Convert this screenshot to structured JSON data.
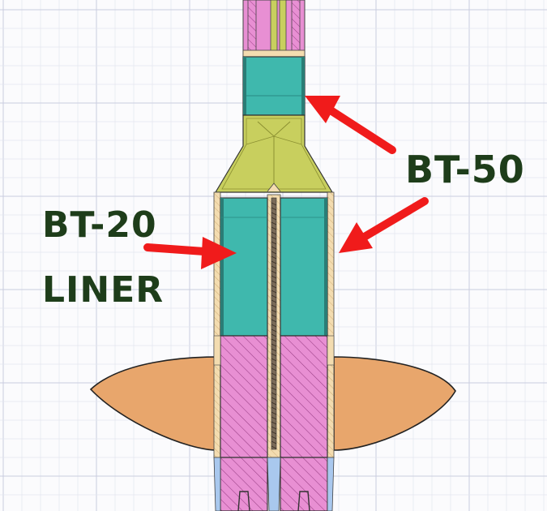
{
  "labels": {
    "bt50": "BT-50",
    "bt20_line1": "BT-20",
    "bt20_line2": "LINER"
  },
  "colors": {
    "background": "#fbfbfd",
    "grid_minor": "#e3e6ee",
    "grid_major": "#c9cde0",
    "body_tube": "#3fb8ad",
    "motor_hatch": "#e88fd3",
    "transition": "#c8cf5e",
    "centering_ring": "#f3dcb0",
    "fin": "#e8a66c",
    "nozzle": "#a9c8ee",
    "arrow": "#f01b1b",
    "label_text": "#1e3d1a",
    "outline": "#444444"
  }
}
